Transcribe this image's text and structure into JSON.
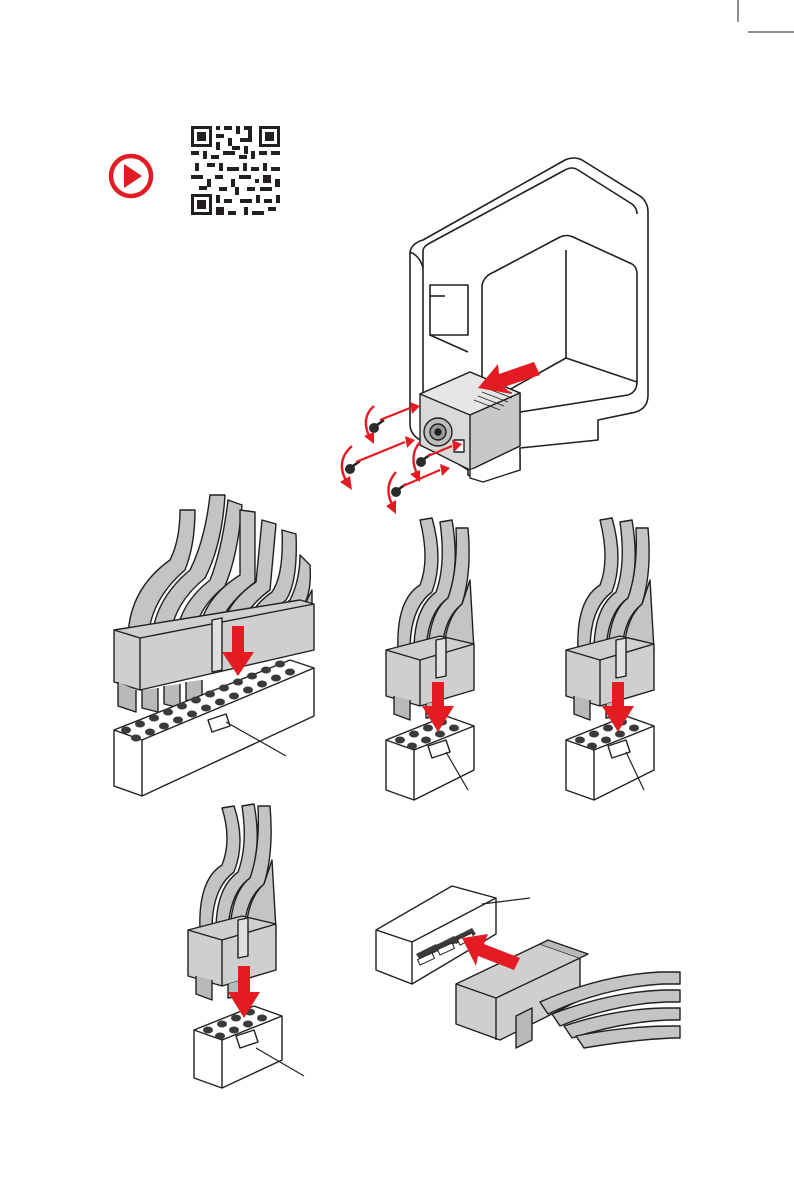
{
  "page": {
    "background": "#ffffff"
  },
  "colors": {
    "accent_red": "#e31b23",
    "line": "#231f20",
    "plug_fill": "#cfcfcf",
    "plug_shade": "#b9b9b9",
    "cable_fill": "#c4c4c4",
    "socket_fill": "#ffffff",
    "case_fill": "#ffffff",
    "pin_fill": "#3a3a3a"
  },
  "icons": {
    "play": "play-icon",
    "qr": "qr-code-icon",
    "arrow": "insert-arrow-icon",
    "screw": "screw-icon",
    "rotate": "rotate-arrow-icon"
  },
  "steps": [
    {
      "id": "psu-install",
      "pieces": {
        "screws": 4,
        "arrows": 5
      }
    },
    {
      "id": "atx-24pin"
    },
    {
      "id": "cpu-8pin-a"
    },
    {
      "id": "cpu-8pin-b"
    },
    {
      "id": "pcie-8pin"
    },
    {
      "id": "molex-4pin"
    }
  ]
}
